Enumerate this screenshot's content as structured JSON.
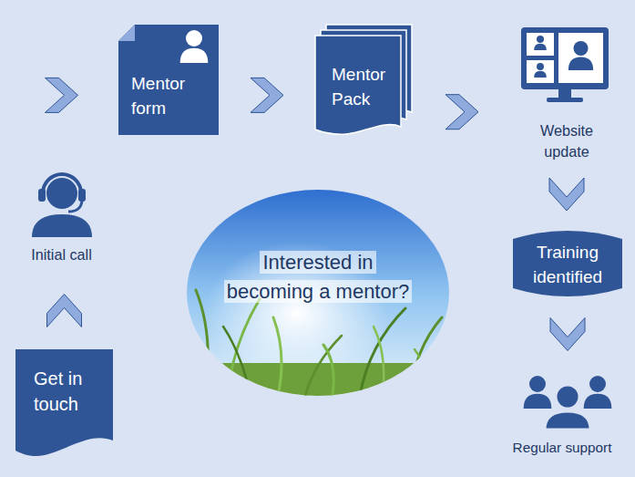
{
  "diagram": {
    "nodes": [
      {
        "text": [
          "Get in touch"
        ]
      },
      {
        "text": [
          "Initial call"
        ]
      },
      {
        "text": [
          "Mentor form"
        ]
      },
      {
        "text": [
          "Mentor Pack"
        ]
      },
      {
        "text": [
          "Website update"
        ]
      },
      {
        "text": [
          "Training identified"
        ]
      },
      {
        "text": [
          "Regular support"
        ]
      },
      {
        "text": [
          "Interested in becoming a mentor?"
        ]
      }
    ],
    "edges": [
      {
        "from": 0,
        "to": 1,
        "arrow": "to"
      },
      {
        "from": 1,
        "to": 2,
        "arrow": "to"
      },
      {
        "from": 2,
        "to": 3,
        "arrow": "to"
      },
      {
        "from": 3,
        "to": 4,
        "arrow": "to"
      },
      {
        "from": 4,
        "to": 5,
        "arrow": "to"
      },
      {
        "from": 5,
        "to": 6,
        "arrow": "to"
      }
    ]
  }
}
